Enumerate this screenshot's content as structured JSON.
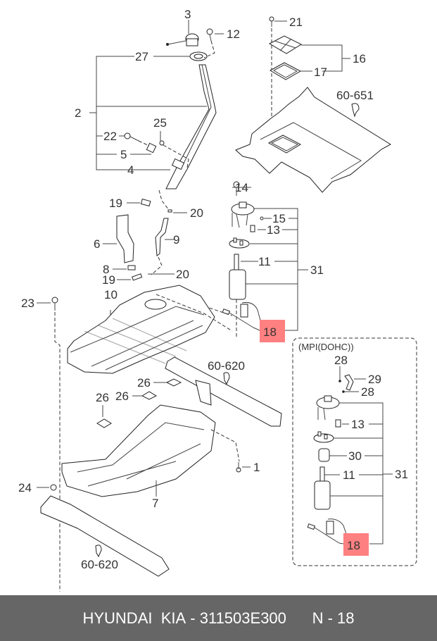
{
  "diagram": {
    "callouts": {
      "c3": "3",
      "c12": "12",
      "c27": "27",
      "c2": "2",
      "c25": "25",
      "c22": "22",
      "c5": "5",
      "c4": "4",
      "c21": "21",
      "c16": "16",
      "c17": "17",
      "ref_60_651": "60-651",
      "c14": "14",
      "c15": "15",
      "c13": "13",
      "c11": "11",
      "c31": "31",
      "c18": "18",
      "c19a": "19",
      "c20a": "20",
      "c6": "6",
      "c9": "9",
      "c8": "8",
      "c19b": "19",
      "c20b": "20",
      "c23": "23",
      "c10": "10",
      "ref_60_620a": "60-620",
      "c26a": "26",
      "c26b": "26",
      "c26c": "26",
      "c1": "1",
      "c24": "24",
      "c7": "7",
      "ref_60_620b": "60-620"
    },
    "variant_box": {
      "title": "(MPI(DOHC))",
      "c28a": "28",
      "c29": "29",
      "c28b": "28",
      "c13": "13",
      "c30": "30",
      "c11": "11",
      "c31": "31",
      "c18": "18"
    },
    "highlight_color": "#ff8080"
  },
  "footer": {
    "brand": "HYUNDAI  KIA",
    "separator": " - ",
    "part_number": "311503E300",
    "ref_label": "N - 18"
  }
}
